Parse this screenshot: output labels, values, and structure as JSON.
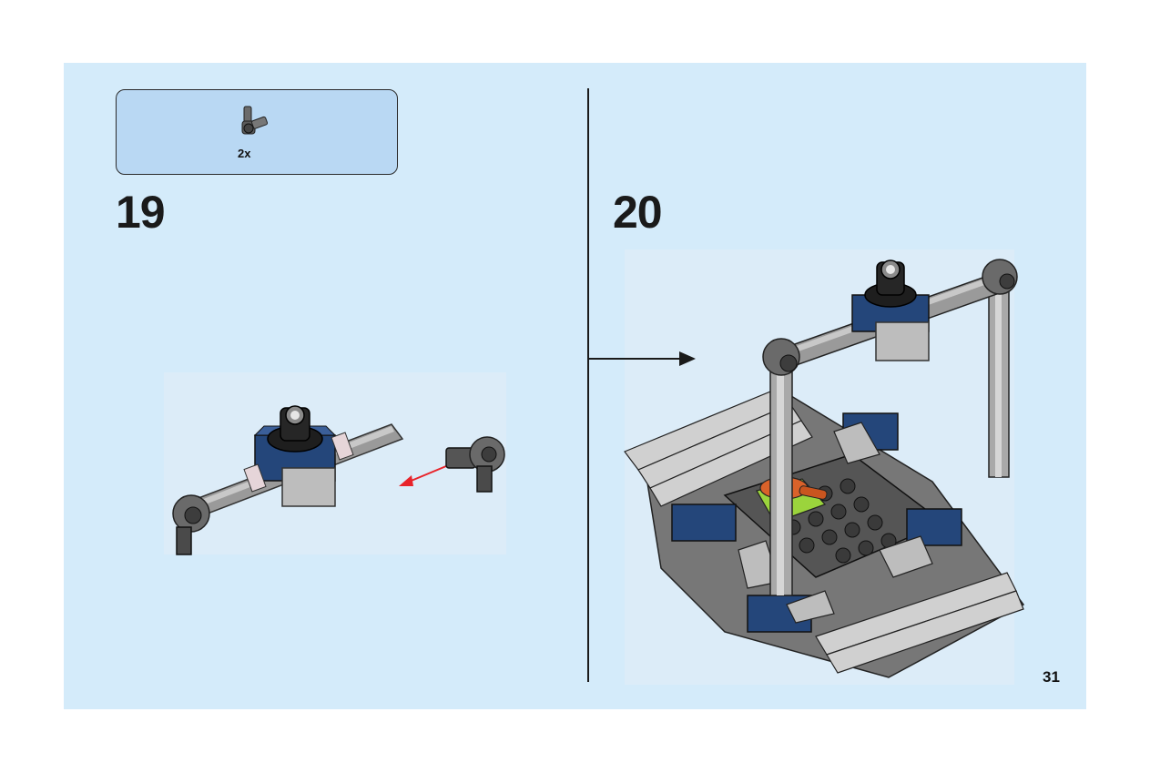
{
  "parts_callout": {
    "quantity": "2x",
    "part_icon": "technic-axle-connector-icon"
  },
  "steps": [
    {
      "number": "19"
    },
    {
      "number": "20"
    }
  ],
  "page_number": "31",
  "colors": {
    "page_background": "#d4ebfa",
    "callout_background": "#b9d8f3",
    "insertion_arrow": "#e8232a"
  }
}
